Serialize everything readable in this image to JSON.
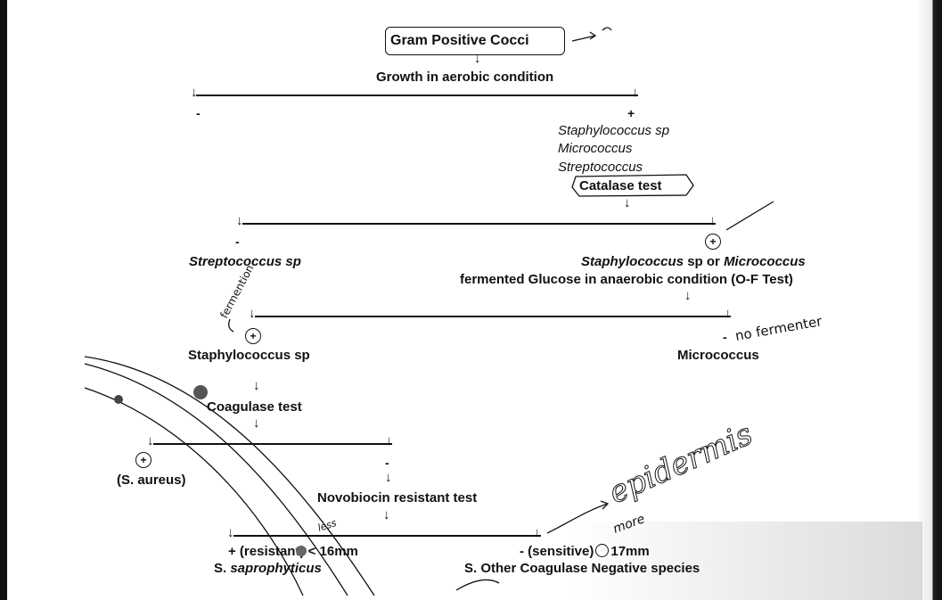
{
  "root": {
    "label": "Gram Positive Cocci"
  },
  "step1": {
    "label": "Growth in aerobic condition",
    "neg_sign": "-",
    "pos_sign": "+",
    "pos_organisms": [
      "Staphylococcus sp",
      "Micrococcus",
      "Streptococcus"
    ]
  },
  "step2": {
    "label": "Catalase test",
    "neg_sign": "-",
    "neg_result": "Streptococcus sp",
    "pos_sign": "+",
    "pos_result_a": "Staphylococcus",
    "pos_result_or": " sp or ",
    "pos_result_b": "Micrococcus"
  },
  "step3": {
    "label": "fermented Glucose in anaerobic condition (O-F Test)",
    "pos_sign": "+",
    "pos_result": "Staphylococcus sp",
    "neg_sign": "-",
    "neg_result": "Micrococcus"
  },
  "step4": {
    "label": "Coagulase test",
    "pos_sign": "+",
    "pos_result": "(S. aureus)",
    "neg_sign": "-"
  },
  "step5": {
    "label": "Novobiocin resistant test",
    "resistant_label": "+ (resistant) < 16mm",
    "resistant_species_prefix": "S. ",
    "resistant_species_name": "saprophyticus",
    "sensitive_label": "- (sensitive)",
    "sensitive_size": "17mm",
    "sensitive_species": "S. Other Coagulase Negative species"
  },
  "annotations": {
    "fermentation": "fermention",
    "no_fermenter": "no fermenter",
    "epidermis": "epidermis",
    "more": "more",
    "less": "less"
  }
}
